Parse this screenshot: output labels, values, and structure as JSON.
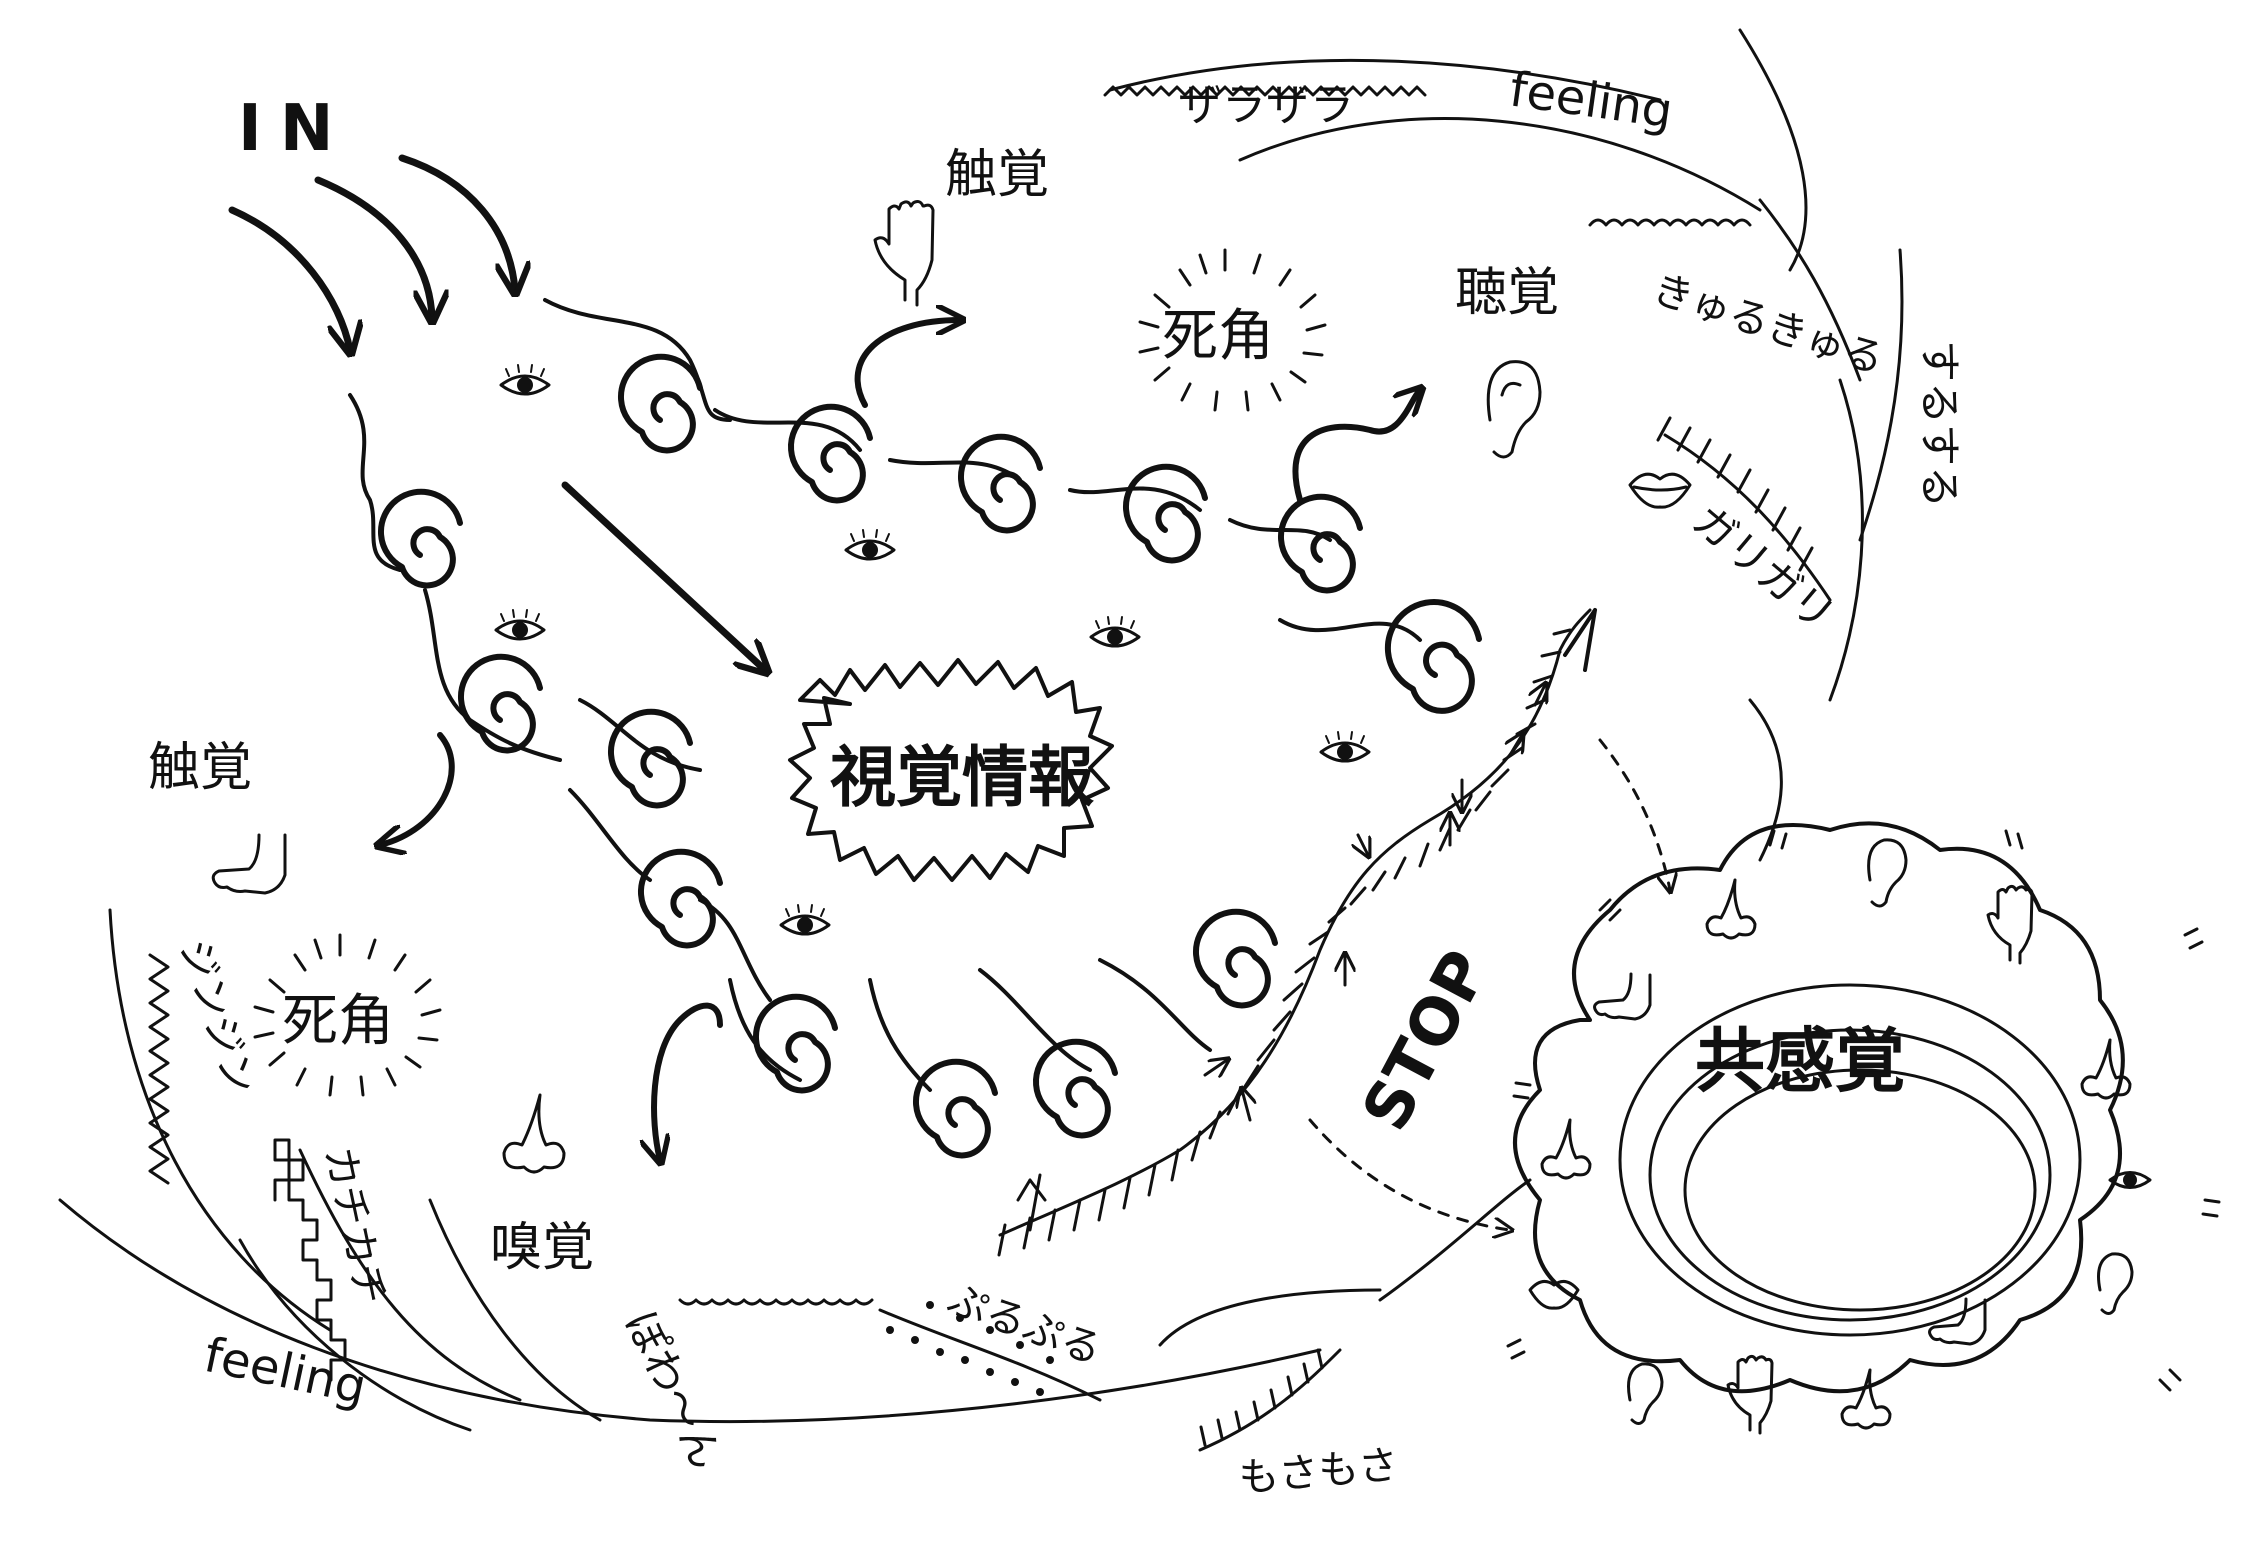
{
  "in_label": "IN",
  "feeling_top": "feeling",
  "feeling_bottom": "feeling",
  "zarazara": "ザラザラ",
  "touch_top": "触覚",
  "touch_left": "触覚",
  "blind_spot_top": "死角",
  "blind_spot_left": "死角",
  "hearing": "聴覚",
  "kyurukyuru": "きゅるきゅる",
  "surusuru": "するする",
  "garigari": "ガリガリ",
  "visual_info": "視覚情報",
  "stop": "STOP",
  "synesthesia": "共感覚",
  "smell": "嗅覚",
  "jinjin": "ジンジン",
  "kachikachi": "カチカチ",
  "powan": "ぽわ〜ん",
  "purupuru": "ぷるぷる",
  "mosamosa": "もさもさ"
}
